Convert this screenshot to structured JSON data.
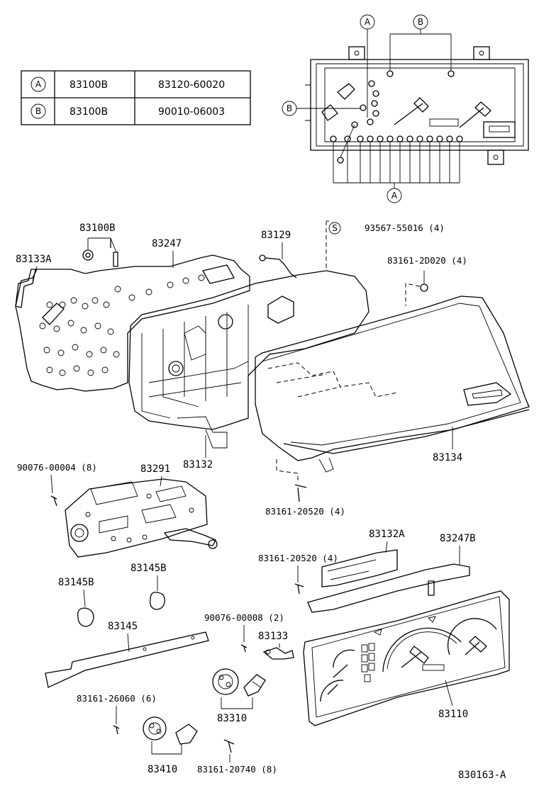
{
  "legend": {
    "rows": [
      {
        "key": "A",
        "part": "83100B",
        "number": "83120-60020"
      },
      {
        "key": "B",
        "part": "83100B",
        "number": "90010-06003"
      }
    ]
  },
  "bulb_callouts": {
    "top_a": "A",
    "top_b": "B",
    "left_b": "B",
    "bottom_a": "A"
  },
  "labels": {
    "p83100B": "83100B",
    "p83133A": "83133A",
    "p83247": "83247",
    "p83129": "83129",
    "screw_93567": "93567-55016 (4)",
    "screw_93567_symbol": "S",
    "p83161_2D020": "83161-2D020 (4)",
    "p83132": "83132",
    "p83134": "83134",
    "p83291": "83291",
    "p90076_00004": "90076-00004 (8)",
    "p83161_20520_a": "83161-20520 (4)",
    "p83132A": "83132A",
    "p83247B": "83247B",
    "p83161_20520_b": "83161-20520 (4)",
    "p83145B_right": "83145B",
    "p83145B_left": "83145B",
    "p83145": "83145",
    "p90076_00008": "90076-00008 (2)",
    "p83133": "83133",
    "p83161_26060": "83161-26060 (6)",
    "p83310": "83310",
    "p83110": "83110",
    "p83410": "83410",
    "p83161_20740": "83161-20740 (8)",
    "drawing_id": "830163-A"
  }
}
